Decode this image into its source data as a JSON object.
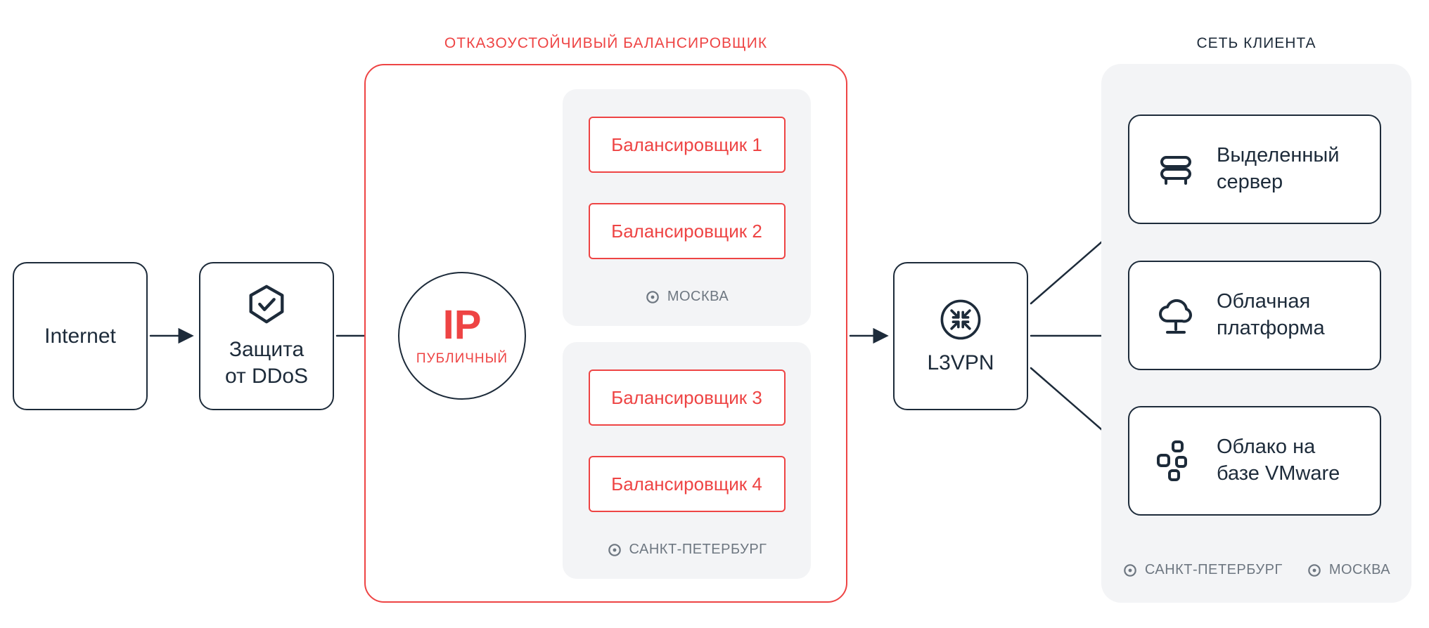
{
  "colors": {
    "dark": "#1d2b3a",
    "red": "#ee4444",
    "gray_text": "#6e7781",
    "panel_bg": "#f3f4f6"
  },
  "nodes": {
    "internet": {
      "label": "Internet"
    },
    "ddos": {
      "label": "Защита\nот DDoS"
    },
    "l3vpn": {
      "label": "L3VPN"
    }
  },
  "balancer_group": {
    "title": "ОТКАЗОУСТОЙЧИВЫЙ БАЛАНСИРОВЩИК",
    "ip": {
      "label": "IP",
      "sublabel": "ПУБЛИЧНЫЙ"
    },
    "moscow_panel": {
      "items": [
        "Балансировщик 1",
        "Балансировщик 2"
      ],
      "location": "МОСКВА"
    },
    "spb_panel": {
      "items": [
        "Балансировщик 3",
        "Балансировщик 4"
      ],
      "location": "САНКТ-ПЕТЕРБУРГ"
    }
  },
  "client_network": {
    "title": "СЕТЬ КЛИЕНТА",
    "items": [
      {
        "label": "Выделенный\nсервер"
      },
      {
        "label": "Облачная\nплатформа"
      },
      {
        "label": "Облако на\nбазе VMware"
      }
    ],
    "locations": [
      "САНКТ-ПЕТЕРБУРГ",
      "МОСКВА"
    ]
  }
}
